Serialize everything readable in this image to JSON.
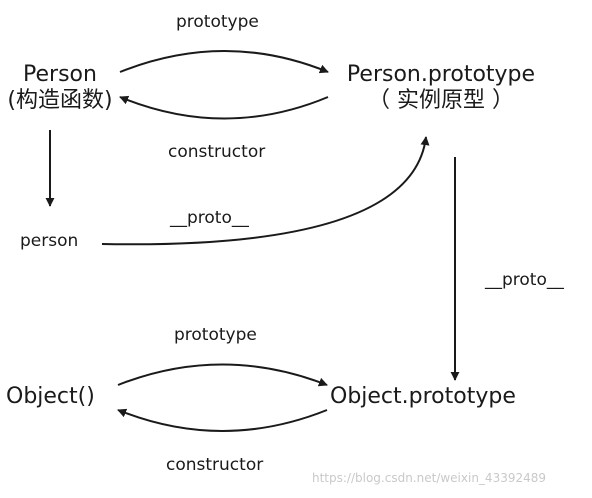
{
  "nodes": {
    "person_ctor": {
      "name": "Person",
      "sub": "(构造函数)"
    },
    "person_proto": {
      "name": "Person.prototype",
      "sub": "（ 实例原型 ）"
    },
    "person_instance": {
      "name": "person"
    },
    "object_ctor": {
      "name": "Object()"
    },
    "object_proto": {
      "name": "Object.prototype"
    }
  },
  "edges": {
    "top_prototype": "prototype",
    "top_constructor": "constructor",
    "person_proto_link": "__proto__",
    "proto_chain": "__proto__",
    "bottom_prototype": "prototype",
    "bottom_constructor": "constructor"
  },
  "watermark": "https://blog.csdn.net/weixin_43392489"
}
